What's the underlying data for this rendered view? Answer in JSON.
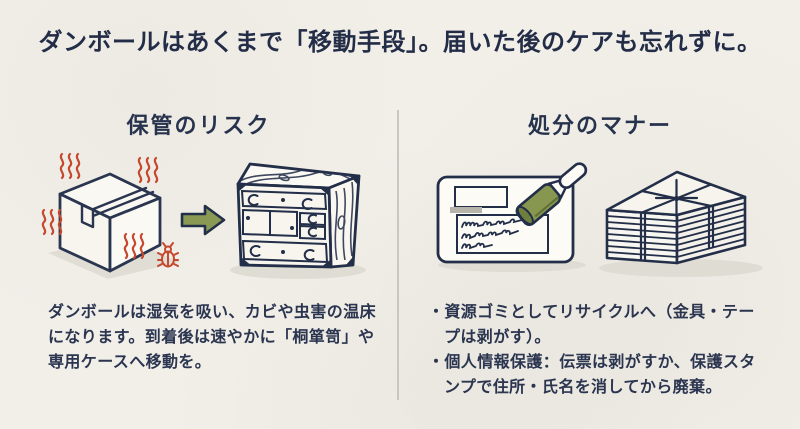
{
  "title": "ダンボールはあくまで「移動手段」。届いた後のケアも忘れずに。",
  "sections": {
    "storage": {
      "heading": "保管のリスク",
      "body_lines": [
        "ダンボールは湿気を吸い、カビや虫害の温床",
        "になります。到着後は速やかに「桐箪笥」や",
        "専用ケースへ移動を。"
      ]
    },
    "disposal": {
      "heading": "処分のマナー",
      "bullet_lines": [
        "・資源ゴミとしてリサイクルへ（金具・テー",
        "プは剥がす）。",
        "・個人情報保護：伝票は剥がすか、保護スタ",
        "ンプで住所・氏名を消してから廃棄。"
      ]
    }
  },
  "colors": {
    "background": "#f1efe8",
    "ink_navy": "#27324d",
    "accent_red": "#c4492f",
    "accent_olive": "#8a9a55",
    "shadow_grey": "#dedcd3",
    "divider_grey": "#c8c7c1"
  },
  "icons": {
    "storage": [
      "heat-steam-icon",
      "cardboard-box-icon",
      "bug-icon",
      "arrow-right-icon",
      "tansu-chest-icon"
    ],
    "disposal": [
      "shipping-label-icon",
      "stamp-roller-icon",
      "paper-bundle-icon"
    ]
  }
}
